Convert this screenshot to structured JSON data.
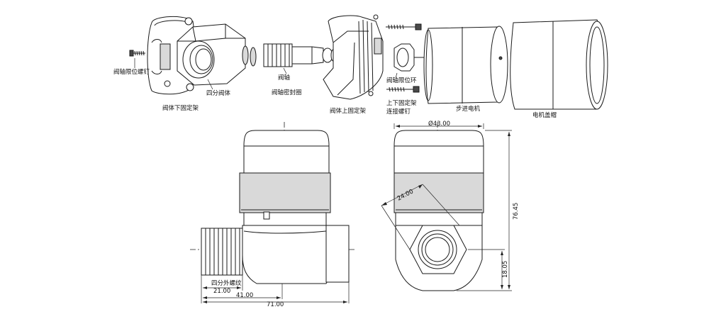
{
  "labels": {
    "limit_screw": "阀轴限位螺钉",
    "four_point_body": "四分阀体",
    "lower_bracket": "阀体下固定架",
    "valve_shaft": "阀轴",
    "shaft_seal": "阀轴密封圈",
    "upper_bracket": "阀体上固定架",
    "shaft_limit_ring": "阀轴限位环",
    "bracket_screw_line1": "上下固定架",
    "bracket_screw_line2": "连接螺钉",
    "stepper_motor": "步进电机",
    "motor_cover": "电机盖帽"
  },
  "dimensions": {
    "outer_thread": "四分外螺纹",
    "d21": "21.00",
    "d41": "41.00",
    "d71": "71.00",
    "dia43": "Ø43.00",
    "d24": "24.00",
    "d7645": "76.45",
    "d1805": "18.05"
  }
}
